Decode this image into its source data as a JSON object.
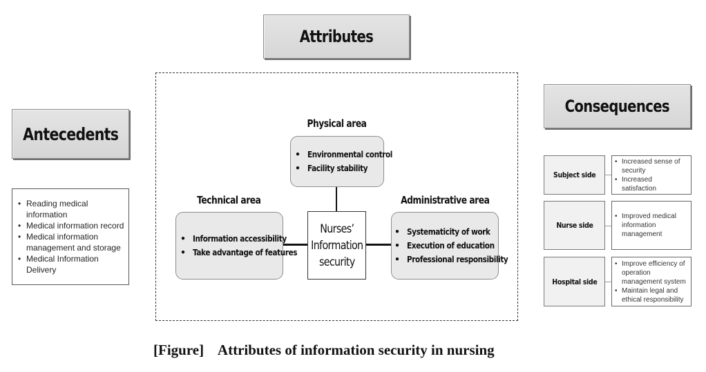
{
  "headers": {
    "attributes": "Attributes",
    "antecedents": "Antecedents",
    "consequences": "Consequences"
  },
  "antecedents": {
    "items": [
      "Reading medical information",
      "Medical information record",
      "Medical information management and storage",
      "Medical Information Delivery"
    ]
  },
  "attributes": {
    "center": "Nurses’\nInformation\nsecurity",
    "physical": {
      "title": "Physical area",
      "items": [
        "Environmental control",
        "Facility stability"
      ]
    },
    "technical": {
      "title": "Technical area",
      "items": [
        "Information accessibility",
        "Take advantage of features"
      ]
    },
    "administrative": {
      "title": "Administrative area",
      "items": [
        "Systematicity of work",
        "Execution of education",
        "Professional responsibility"
      ]
    }
  },
  "consequences": {
    "rows": [
      {
        "side": "Subject side",
        "items": [
          "Increased sense of security",
          "Increased satisfaction"
        ]
      },
      {
        "side": "Nurse side",
        "items": [
          "Improved medical information management"
        ]
      },
      {
        "side": "Hospital side",
        "items": [
          "Improve efficiency of operation management system",
          "Maintain legal and ethical responsibility"
        ]
      }
    ]
  },
  "caption": "[Figure]    Attributes of information security in nursing"
}
